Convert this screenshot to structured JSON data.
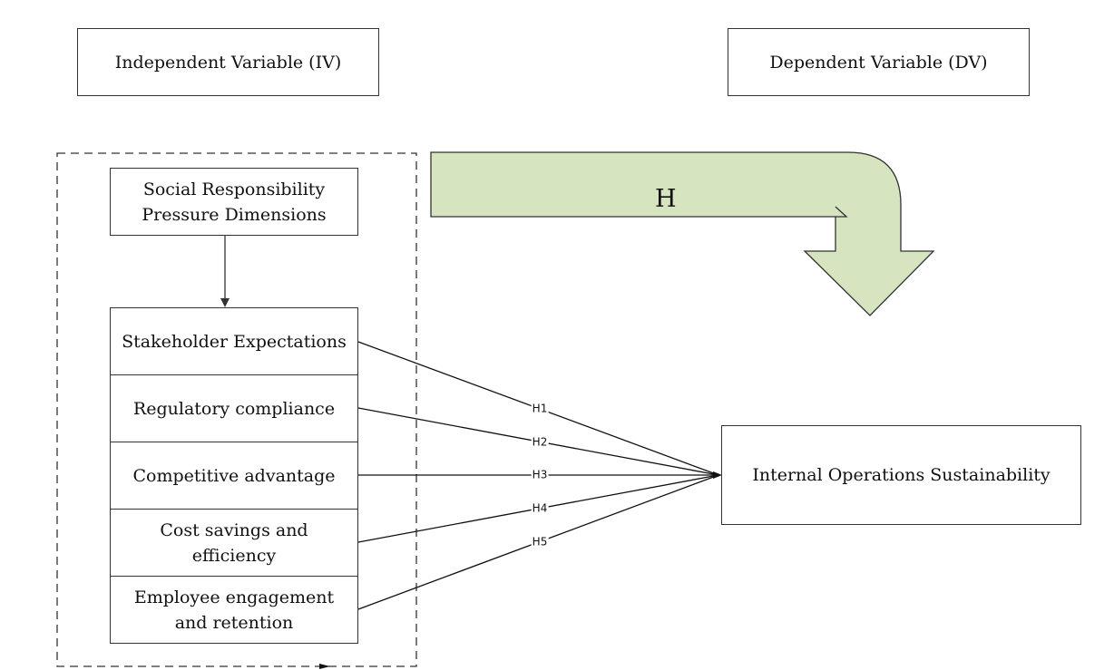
{
  "headers": {
    "iv": "Independent Variable (IV)",
    "dv": "Dependent Variable (DV)"
  },
  "dimensions_box": "Social Responsibility Pressure Dimensions",
  "factors": [
    "Stakeholder Expectations",
    "Regulatory compliance",
    "Competitive advantage",
    "Cost savings and efficiency",
    "Employee engagement and retention"
  ],
  "hypotheses": [
    "H1",
    "H2",
    "H3",
    "H4",
    "H5"
  ],
  "main_hypothesis": "H",
  "outcome": "Internal Operations Sustainability",
  "colors": {
    "arrow_fill": "#d6e4bf",
    "line": "#111111"
  }
}
